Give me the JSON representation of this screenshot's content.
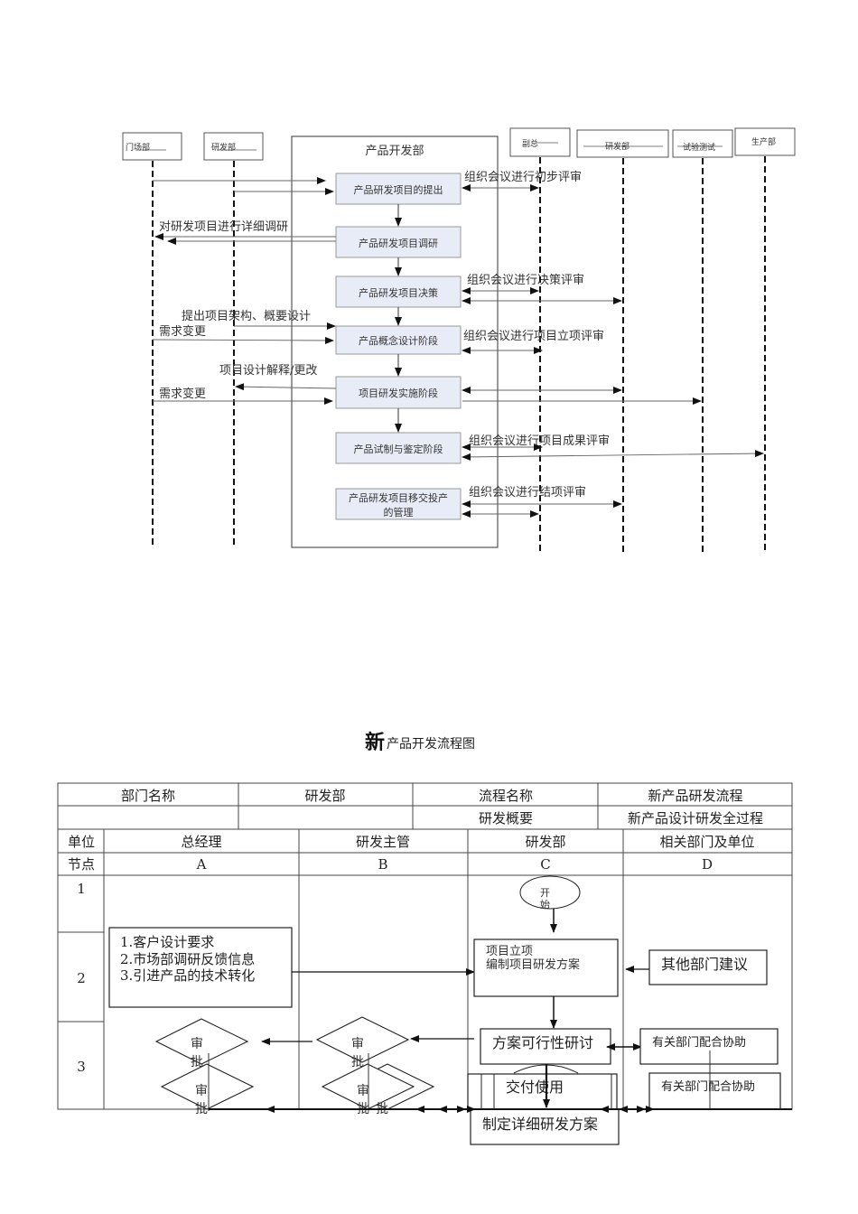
{
  "sequence_diagram": {
    "lifelines": [
      {
        "id": "market",
        "label": "门场部"
      },
      {
        "id": "rnd_left",
        "label": "研发部"
      },
      {
        "id": "vp",
        "label": "副总"
      },
      {
        "id": "rnd_right",
        "label": "研发部"
      },
      {
        "id": "testing",
        "label": "试验测试"
      },
      {
        "id": "production",
        "label": "生产部"
      }
    ],
    "container_label": "产品开发部",
    "stages": [
      {
        "label": "产品研发项目的提出"
      },
      {
        "label": "产品研发项目调研"
      },
      {
        "label": "产品研发项目决策"
      },
      {
        "label": "产品概念设计阶段"
      },
      {
        "label": "项目研发实施阶段"
      },
      {
        "label": "产品试制与鉴定阶段"
      },
      {
        "label_line1": "产品研发项目移交投产",
        "label_line2": "的管理"
      }
    ],
    "annotations": {
      "initial_review": "组织会议进行初步评审",
      "detailed_research": "对研发项目进行详细调研",
      "decision_review": "组织会议进行决策评审",
      "architecture": "提出项目架构、概要设计",
      "req_change_1": "需求变更",
      "approval_review": "组织会议进行项目立项评审",
      "design_explain": "项目设计解释/更改",
      "req_change_2": "需求变更",
      "result_review": "组织会议进行项目成果评审",
      "closing_review": "组织会议进行结项评审"
    }
  },
  "flowchart": {
    "title_first_char": "新",
    "title_rest": "产品开发流程图",
    "header": {
      "dept_name_label": "部门名称",
      "dept_name_value": "研发部",
      "process_name_label": "流程名称",
      "process_name_value": "新产品研发流程",
      "summary_label": "研发概要",
      "summary_value": "新产品设计研发全过程"
    },
    "columns_header": {
      "unit_label": "单位",
      "node_label": "节点",
      "columns": [
        {
          "unit": "总经理",
          "node": "A"
        },
        {
          "unit": "研发主管",
          "node": "B"
        },
        {
          "unit": "研发部",
          "node": "C"
        },
        {
          "unit": "相关部门及单位",
          "node": "D"
        }
      ]
    },
    "rows": [
      "1",
      "2",
      "3"
    ],
    "shapes": {
      "start_line1": "开",
      "start_line2": "始",
      "inputs": [
        "1.客户设计要求",
        "2.市场部调研反馈信息",
        "3.引进产品的技术转化"
      ],
      "project_line1": "项目立项",
      "project_line2": "编制项目研发方案",
      "other_dept": "其他部门建议",
      "feasibility": "方案可行性研讨",
      "cooperate_1": "有关部门配合协助",
      "cooperate_2": "有关部门配合协助",
      "delivery": "交付使用",
      "detailed_plan": "制定详细研发方案",
      "approve_l1": "审",
      "approve_l2": "批"
    }
  }
}
